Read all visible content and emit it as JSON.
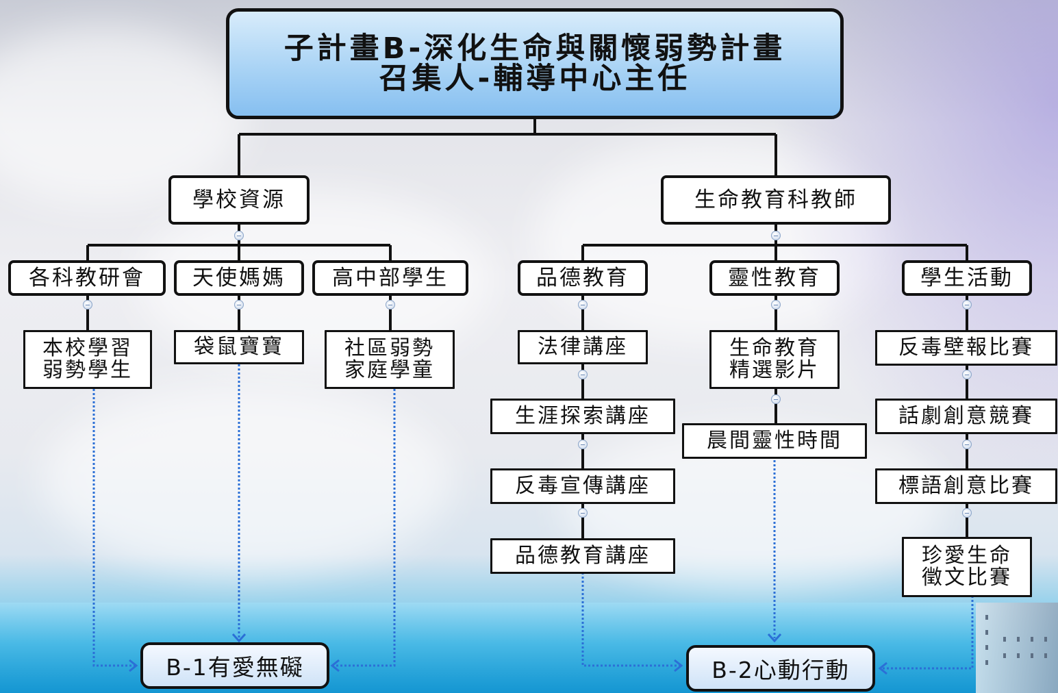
{
  "root": {
    "line1": "子計畫B-深化生命與關懷弱勢計畫",
    "line2": "召集人-輔導中心主任"
  },
  "branches": {
    "school": {
      "label": "學校資源",
      "groups": [
        {
          "label": "各科教研會",
          "child": "本校學習\n弱勢學生"
        },
        {
          "label": "天使媽媽",
          "child": "袋鼠寶寶"
        },
        {
          "label": "高中部學生",
          "child": "社區弱勢\n家庭學童"
        }
      ]
    },
    "teachers": {
      "label": "生命教育科教師",
      "groups": [
        {
          "label": "品德教育",
          "children": [
            "法律講座",
            "生涯探索講座",
            "反毒宣傳講座",
            "品德教育講座"
          ]
        },
        {
          "label": "靈性教育",
          "children": [
            "生命教育\n精選影片",
            "晨間靈性時間"
          ]
        },
        {
          "label": "學生活動",
          "children": [
            "反毒壁報比賽",
            "話劇創意競賽",
            "標語創意比賽",
            "珍愛生命\n徵文比賽"
          ]
        }
      ]
    }
  },
  "outcomes": {
    "b1": "B-1有愛無礙",
    "b2": "B-2心動行動"
  },
  "colors": {
    "title_fill": "#a9d3f5",
    "box_border": "#111111",
    "dotted_arrow": "#2b6fd6"
  },
  "icons": {
    "collapse": "collapse-minus-icon"
  }
}
